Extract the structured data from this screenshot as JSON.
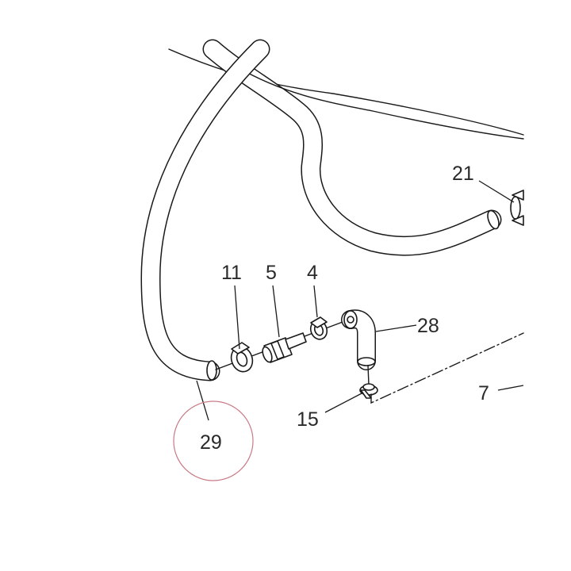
{
  "colors": {
    "line": "#1a1a1a",
    "highlight_circle": "#c87a86"
  },
  "callouts": {
    "c29": "29",
    "c11": "11",
    "c5": "5",
    "c4": "4",
    "c28": "28",
    "c21": "21",
    "c15": "15",
    "c7": "7"
  }
}
